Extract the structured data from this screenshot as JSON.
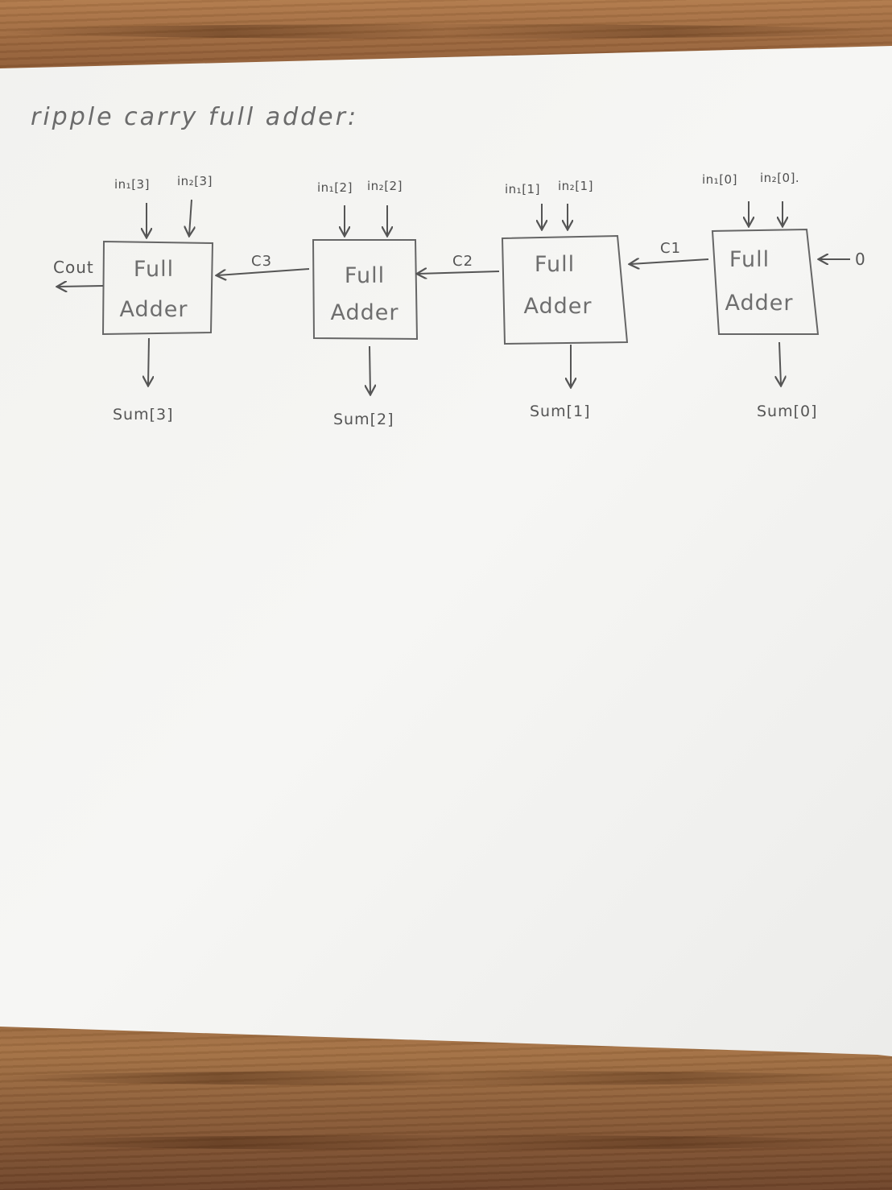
{
  "title": "ripple carry full adder:",
  "adders": [
    {
      "in1": "in₁[3]",
      "in2": "in₂[3]",
      "line1": "Full",
      "line2": "Adder",
      "sum": "Sum[3]"
    },
    {
      "in1": "in₁[2]",
      "in2": "in₂[2]",
      "line1": "Full",
      "line2": "Adder",
      "sum": "Sum[2]"
    },
    {
      "in1": "in₁[1]",
      "in2": "in₂[1]",
      "line1": "Full",
      "line2": "Adder",
      "sum": "Sum[1]"
    },
    {
      "in1": "in₁[0]",
      "in2": "in₂[0].",
      "line1": "Full",
      "line2": "Adder",
      "sum": "Sum[0]"
    }
  ],
  "carries": {
    "cout": "Cout",
    "c3": "C3",
    "c2": "C2",
    "c1": "C1",
    "cin": "0"
  },
  "colors": {
    "pencil": "#5a5a5a",
    "paper": "#f4f4f2",
    "desk": "#8e5a34"
  }
}
